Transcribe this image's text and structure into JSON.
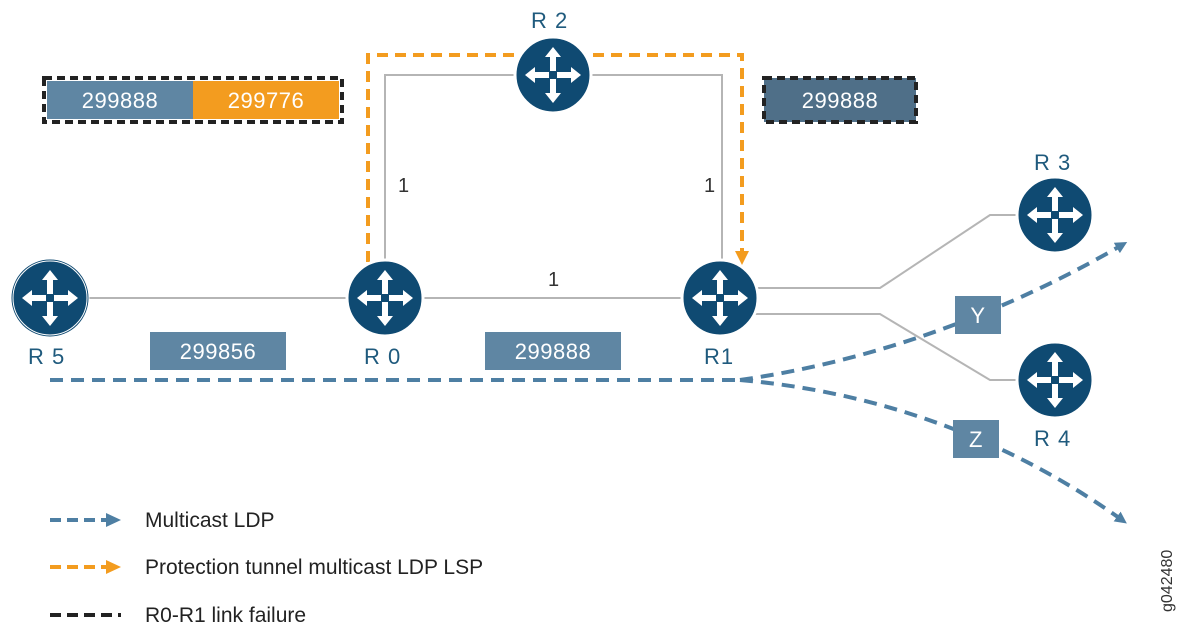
{
  "colors": {
    "router_fill": "#0f4a72",
    "router_arrow": "#ffffff",
    "link": "#b5b5b5",
    "multicast_ldp": "#4e7fa3",
    "protection_tunnel": "#f39c1f",
    "link_failure": "#222222",
    "label_box": "#5f86a3",
    "label_box_orange": "#f39c1f",
    "label_box_failed_bg": "#4f6f88"
  },
  "routers": {
    "r0": "R 0",
    "r1": "R1",
    "r2": "R 2",
    "r3": "R 3",
    "r4": "R 4",
    "r5": "R 5"
  },
  "link_costs": {
    "r0_r2": "1",
    "r2_r1": "1",
    "r0_r1": "1"
  },
  "label_boxes": {
    "r5_r0": "299856",
    "r0_r1": "299888",
    "stack_outer": "299888",
    "stack_inner": "299776",
    "r2_r1": "299888"
  },
  "branch_labels": {
    "y": "Y",
    "z": "Z"
  },
  "legend": [
    {
      "key": "multicast_ldp",
      "icon": "dashed-arrow-blue",
      "label": "Multicast LDP"
    },
    {
      "key": "protection_tunnel",
      "icon": "dashed-arrow-orange",
      "label": "Protection tunnel multicast LDP LSP"
    },
    {
      "key": "link_failure",
      "icon": "dashed-line-black",
      "label": "R0-R1 link failure"
    }
  ],
  "figure_id": "g042480"
}
